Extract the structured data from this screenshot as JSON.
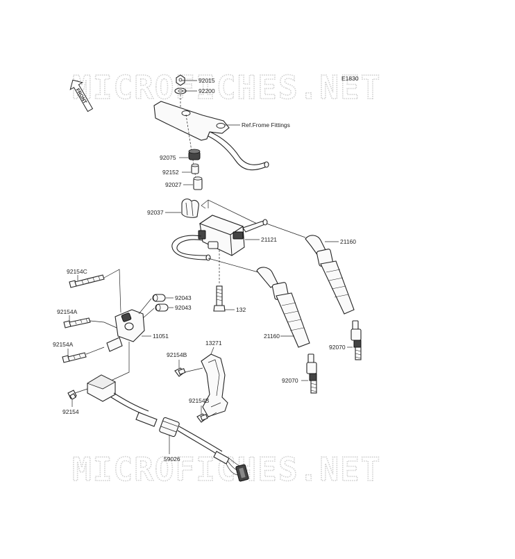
{
  "watermark": {
    "top": "MICROFICHES.NET",
    "bottom": "MICROFICHES.NET"
  },
  "diagram_code": "E1830",
  "front_label": "FRONT",
  "reference_note": "Ref.Frome Fittings",
  "labels": {
    "p92015": "92015",
    "p92200": "92200",
    "p92075": "92075",
    "p92152": "92152",
    "p92027": "92027",
    "p92037": "92037",
    "p21121": "21121",
    "p21160_right": "21160",
    "p92154C": "92154C",
    "p92154A_top": "92154A",
    "p92154A_bottom": "92154A",
    "p92043_top": "92043",
    "p92043_bottom": "92043",
    "p132": "132",
    "p11051": "11051",
    "p21160_center": "21160",
    "p92070_right": "92070",
    "p92070_center": "92070",
    "p13271": "13271",
    "p92154B_top": "92154B",
    "p92154B_bottom": "92154B",
    "p92154": "92154",
    "p59026": "59026"
  }
}
